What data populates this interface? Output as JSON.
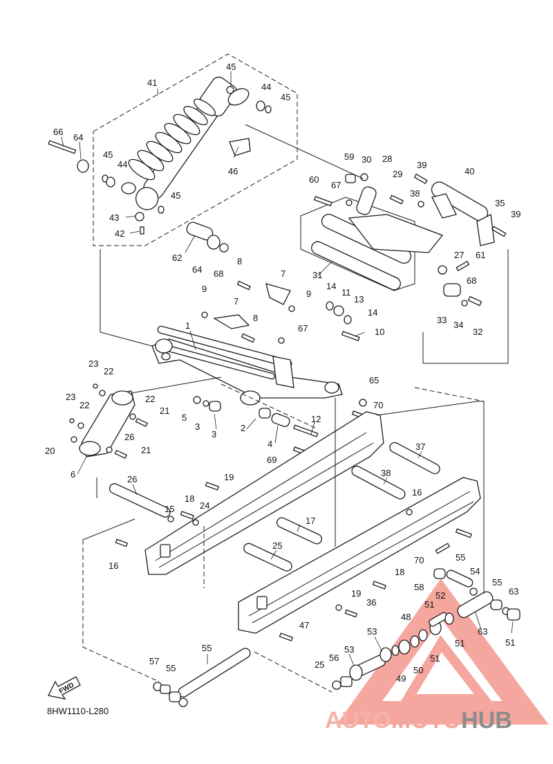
{
  "diagram": {
    "drawing_code": "8HW1110-L280",
    "fwd_label": "FWD",
    "watermark": {
      "part1": "AUTO",
      "part2": "MOTO",
      "part3": "HUB",
      "color1": "#f4a79f",
      "color2": "#f4a79f",
      "color3": "#8c8c8c"
    },
    "callouts": [
      "45",
      "44",
      "45",
      "41",
      "66",
      "64",
      "45",
      "44",
      "46",
      "45",
      "43",
      "42",
      "62",
      "64",
      "68",
      "59",
      "30",
      "28",
      "29",
      "39",
      "40",
      "67",
      "38",
      "60",
      "35",
      "39",
      "27",
      "61",
      "68",
      "31",
      "8",
      "7",
      "9",
      "14",
      "11",
      "13",
      "14",
      "9",
      "7",
      "8",
      "1",
      "67",
      "10",
      "33",
      "34",
      "32",
      "23",
      "22",
      "23",
      "22",
      "21",
      "22",
      "21",
      "26",
      "20",
      "6",
      "5",
      "3",
      "3",
      "2",
      "4",
      "12",
      "65",
      "70",
      "69",
      "37",
      "38",
      "16",
      "19",
      "18",
      "24",
      "26",
      "15",
      "17",
      "25",
      "16",
      "18",
      "19",
      "36",
      "70",
      "55",
      "54",
      "55",
      "63",
      "58",
      "52",
      "51",
      "48",
      "63",
      "51",
      "51",
      "51",
      "50",
      "53",
      "49",
      "53",
      "56",
      "25",
      "47",
      "55",
      "57",
      "55"
    ]
  }
}
